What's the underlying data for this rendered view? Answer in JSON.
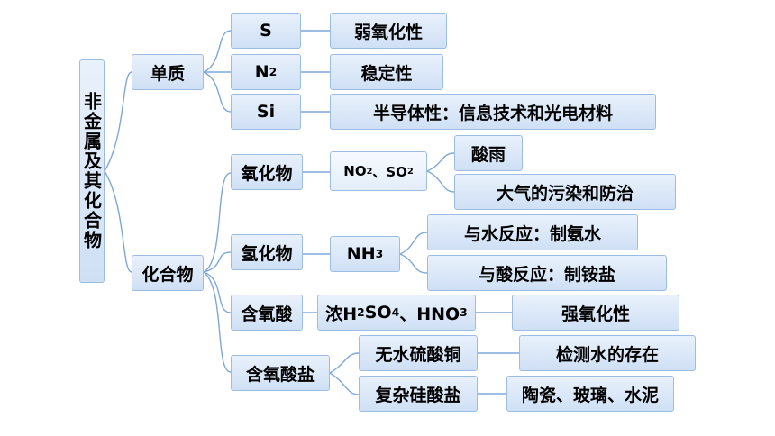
{
  "root": "非金属及其化合物",
  "branches": [
    {
      "label": "单质",
      "children": [
        {
          "label_html": "S",
          "desc": "弱氧化性"
        },
        {
          "label_html": "N<sub>2</sub>",
          "desc": "稳定性"
        },
        {
          "label_html": "Si",
          "desc": "半导体性：信息技术和光电材料"
        }
      ]
    },
    {
      "label": "化合物",
      "children": [
        {
          "label": "氧化物",
          "sub_html": "NO<sub>2</sub>、SO<sub>2</sub>",
          "results": [
            "酸雨",
            "大气的污染和防治"
          ]
        },
        {
          "label": "氢化物",
          "sub_html": "NH<sub>3</sub>",
          "results": [
            "与水反应：制氨水",
            "与酸反应：制铵盐"
          ]
        },
        {
          "label": "含氧酸",
          "sub_html": "浓H<sub>2</sub>SO<sub>4</sub>、HNO<sub>3</sub>",
          "results": [
            "强氧化性"
          ]
        },
        {
          "label": "含氧酸盐",
          "items": [
            {
              "label": "无水硫酸铜",
              "result": "检测水的存在"
            },
            {
              "label": "复杂硅酸盐",
              "result": "陶瓷、玻璃、水泥"
            }
          ]
        }
      ]
    }
  ],
  "colors": {
    "line": "#7ea7d8",
    "box_top": "#e9f1fb",
    "box_bottom": "#cfe0f5",
    "border": "#9dbce4"
  }
}
